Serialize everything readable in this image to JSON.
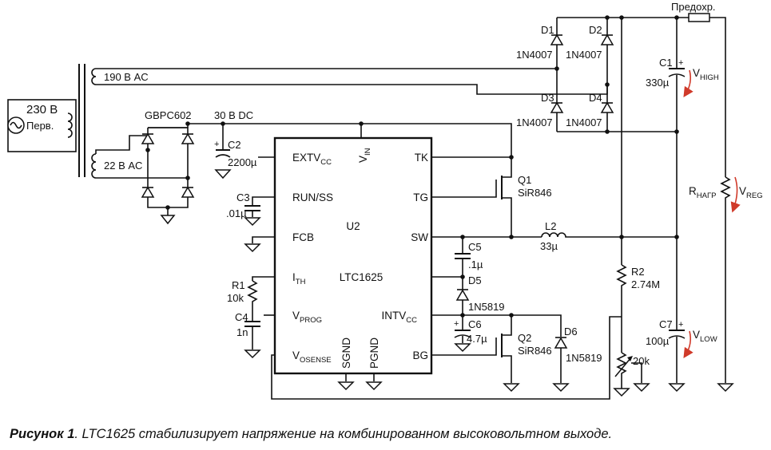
{
  "figure": {
    "caption_bold": "Рисунок 1",
    "caption_rest": ". LTC1625 стабилизирует напряжение на комбинированном высоковольтном выходе."
  },
  "colors": {
    "ink": "#111111",
    "arrow": "#d03a2a",
    "background": "#ffffff"
  },
  "transformer": {
    "primary_voltage": "230 В",
    "primary_label": "Перв.",
    "secondary_high": "190 В AC",
    "secondary_low": "22 В AC"
  },
  "bridge": {
    "name": "GBPC602",
    "dc_label": "30 В DC"
  },
  "ic": {
    "ref": "U2",
    "part": "LTC1625"
  },
  "pins": {
    "extvcc": {
      "main": "EXTV",
      "sub": "CC"
    },
    "vin": {
      "main": "V",
      "sub": "IN"
    },
    "tk": "TK",
    "runss": "RUN/SS",
    "tg": "TG",
    "fcb": "FCB",
    "sw": "SW",
    "ith": {
      "main": "I",
      "sub": "TH"
    },
    "vprog": {
      "main": "V",
      "sub": "PROG"
    },
    "intvcc": {
      "main": "INTV",
      "sub": "CC"
    },
    "vosense": {
      "main": "V",
      "sub": "OSENSE"
    },
    "bg": "BG",
    "sgnd": "SGND",
    "pgnd": "PGND"
  },
  "components": {
    "c2": {
      "ref": "C2",
      "value": "2200µ"
    },
    "c3": {
      "ref": "C3",
      "value": ".01µ"
    },
    "r1": {
      "ref": "R1",
      "value": "10k"
    },
    "c4": {
      "ref": "C4",
      "value": "1n"
    },
    "c5": {
      "ref": "C5",
      "value": ".1µ"
    },
    "d5": {
      "ref": "D5",
      "value": "1N5819"
    },
    "c6": {
      "ref": "C6",
      "value": "4.7µ"
    },
    "q1": {
      "ref": "Q1",
      "value": "SiR846"
    },
    "q2": {
      "ref": "Q2",
      "value": "SiR846"
    },
    "d6": {
      "ref": "D6",
      "value": "1N5819"
    },
    "l2": {
      "ref": "L2",
      "value": "33µ"
    },
    "r2": {
      "ref": "R2",
      "value": "2.74M"
    },
    "pot": {
      "value": "20k"
    },
    "d1": {
      "ref": "D1",
      "value": "1N4007"
    },
    "d2": {
      "ref": "D2",
      "value": "1N4007"
    },
    "d3": {
      "ref": "D3",
      "value": "1N4007"
    },
    "d4": {
      "ref": "D4",
      "value": "1N4007"
    },
    "c1": {
      "ref": "C1",
      "value": "330µ",
      "plus": "+"
    },
    "c7": {
      "ref": "C7",
      "value": "100µ",
      "plus": "+"
    },
    "c2plus": "+",
    "c6plus": "+",
    "fuse": "Предохр.",
    "rload": {
      "main": "R",
      "sub": "НАГР"
    }
  },
  "voltages": {
    "vhigh": {
      "main": "V",
      "sub": "HIGH"
    },
    "vlow": {
      "main": "V",
      "sub": "LOW"
    },
    "vreg": {
      "main": "V",
      "sub": "REG"
    }
  }
}
